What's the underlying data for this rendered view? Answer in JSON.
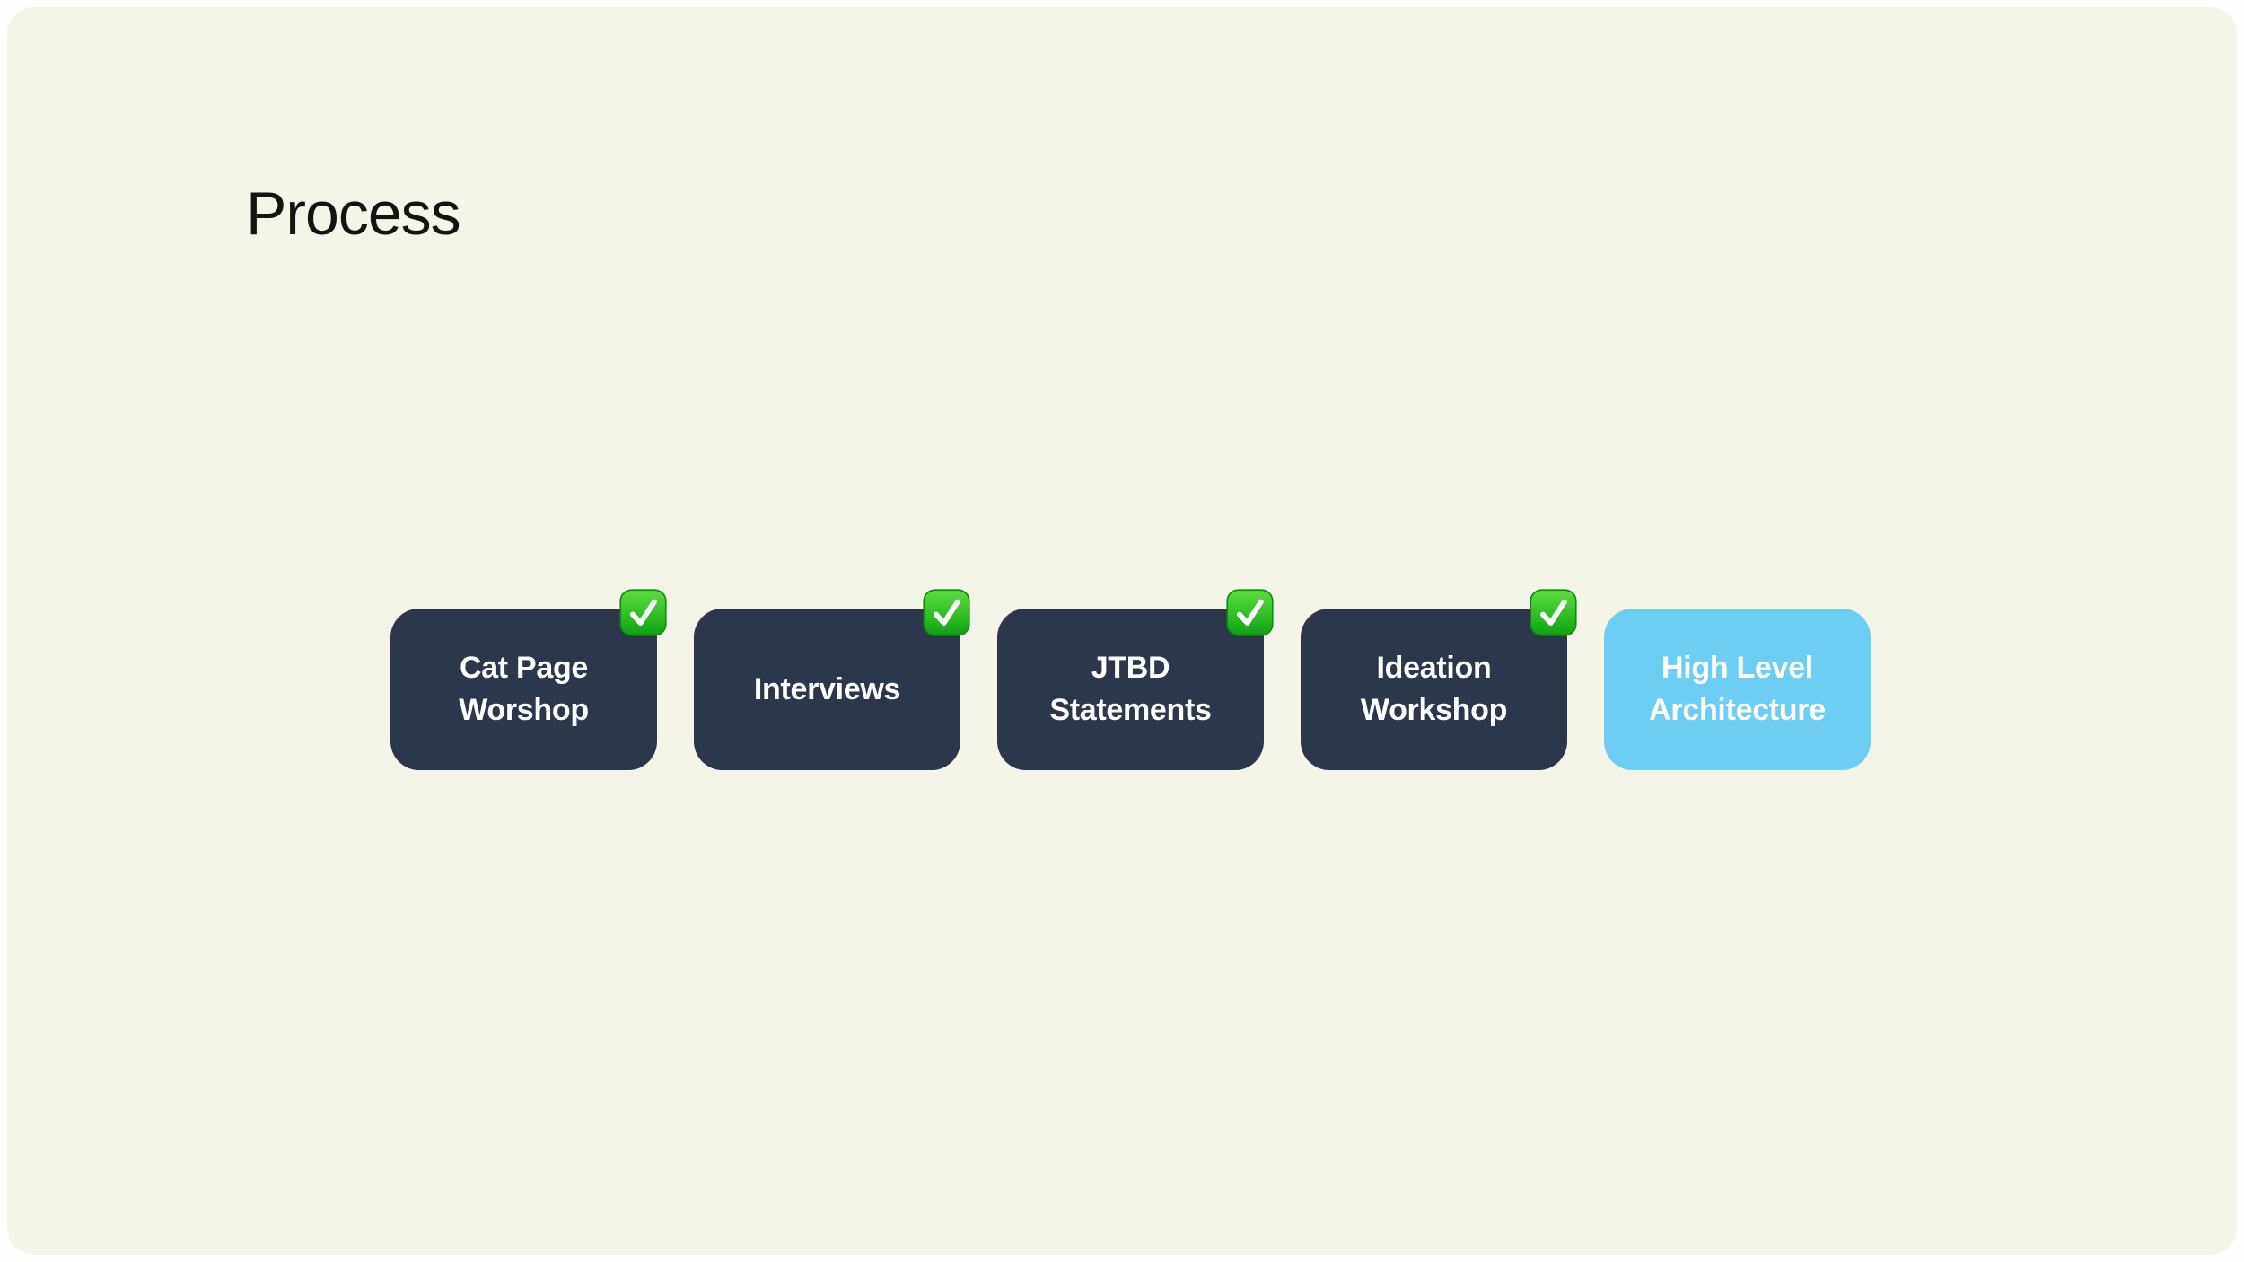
{
  "canvas": {
    "background": "#f5f4e9",
    "page_background": "#fefefc"
  },
  "title": "Process",
  "process": {
    "steps": [
      {
        "label": "Cat Page Worshop",
        "status": "completed"
      },
      {
        "label": "Interviews",
        "status": "completed"
      },
      {
        "label": "JTBD Statements",
        "status": "completed"
      },
      {
        "label": "Ideation Workshop",
        "status": "completed"
      },
      {
        "label": "High Level Architecture",
        "status": "current"
      }
    ]
  },
  "colors": {
    "step_completed_bg": "#2d374c",
    "step_current_bg": "#6ecdf2",
    "step_text": "#ffffff",
    "title_color": "#131313",
    "check_green_top": "#5fdd41",
    "check_green_bottom": "#0ea312",
    "check_mark": "#ffffff"
  }
}
